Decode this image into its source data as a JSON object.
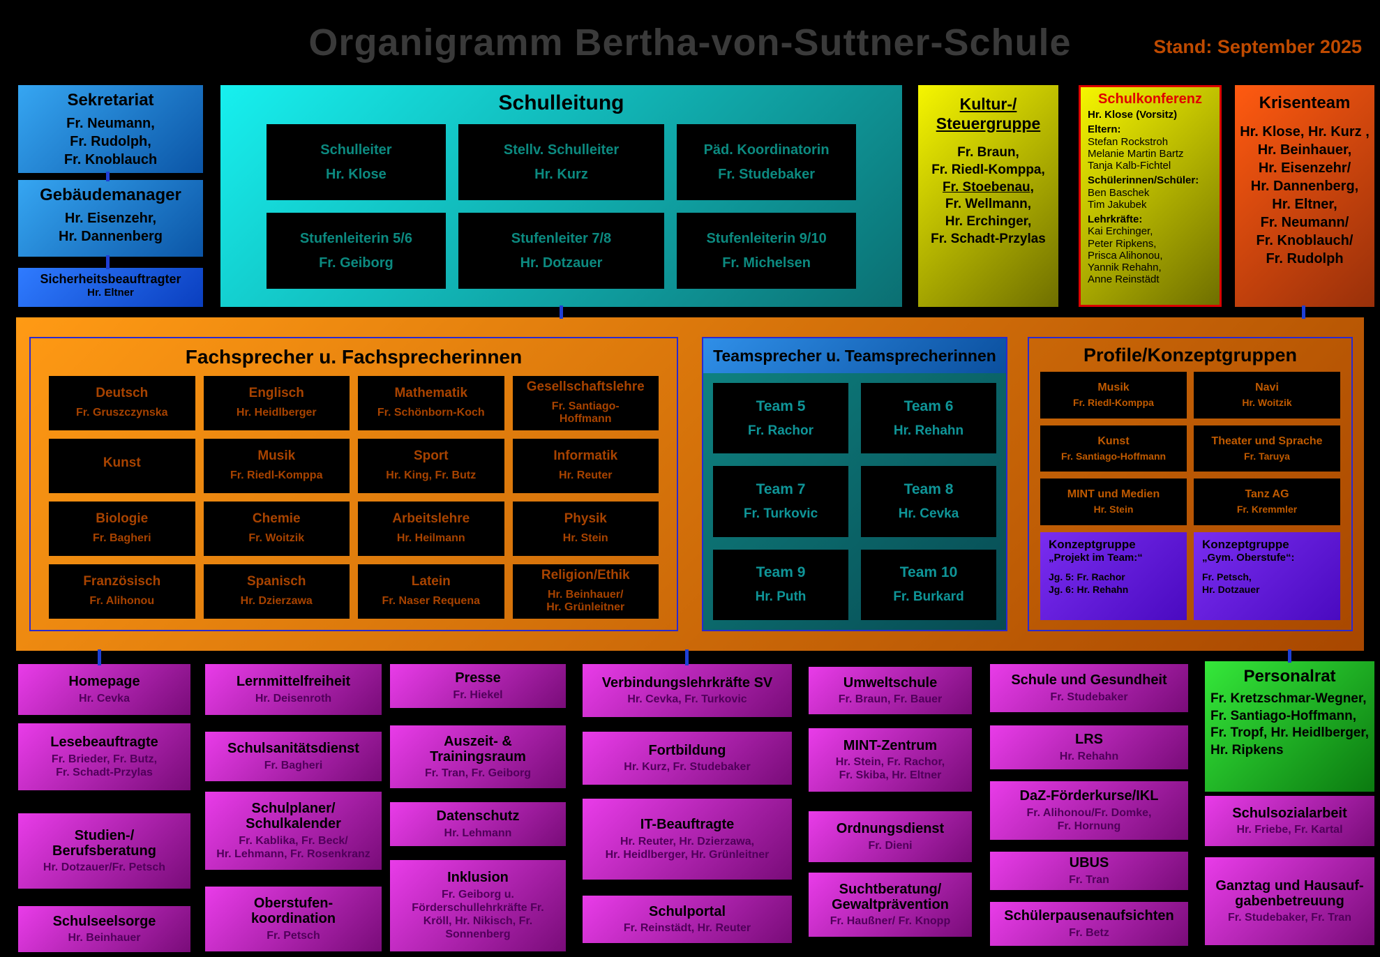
{
  "colors": {
    "background": "#000000",
    "blue": "#1a7ad0",
    "cyan": "#12d8d8",
    "yellow": "#e8e800",
    "orange": "#ff8a00",
    "orange_red": "#ff5a10",
    "magenta": "#c920c9",
    "green": "#22cc2a",
    "purple": "#5c18d8",
    "red_border": "#d90000",
    "blue_border": "#2a2ad0"
  },
  "header": {
    "title": "Organigramm Bertha-von-Suttner-Schule",
    "date": "Stand: September 2025"
  },
  "sekretariat": {
    "title": "Sekretariat",
    "names": "Fr. Neumann,\nFr. Rudolph,\nFr.  Knoblauch"
  },
  "gebaeudemanager": {
    "title": "Gebäudemanager",
    "names": "Hr. Eisenzehr,\nHr. Dannenberg"
  },
  "sicherheitsbeauftragter": {
    "title": "Sicherheitsbeauftragter",
    "names": "Hr. Eltner"
  },
  "schulleitung": {
    "title": "Schulleitung",
    "items": [
      {
        "role": "Schulleiter",
        "name": "Hr. Klose"
      },
      {
        "role": "Stellv. Schulleiter",
        "name": "Hr. Kurz"
      },
      {
        "role": "Päd. Koordinatorin",
        "name": "Fr. Studebaker"
      },
      {
        "role": "Stufenleiterin 5/6",
        "name": "Fr. Geiborg"
      },
      {
        "role": "Stufenleiter 7/8",
        "name": "Hr. Dotzauer"
      },
      {
        "role": "Stufenleiterin 9/10",
        "name": "Fr. Michelsen"
      }
    ]
  },
  "kultur": {
    "title": "Kultur-/\nSteuergruppe",
    "names_before": "Fr. Braun,\nFr. Riedl-Komppa,",
    "underlined_name": "Fr. Stoebenau,",
    "names_after": "Fr. Wellmann,\nHr. Erchinger,\nFr. Schadt-Przylas"
  },
  "schulkonferenz": {
    "title": "Schulkonferenz",
    "chair": "Hr. Klose (Vorsitz)",
    "sections": [
      {
        "label": "Eltern:",
        "names": "Stefan Rockstroh\nMelanie Martin Bartz\nTanja Kalb-Fichtel"
      },
      {
        "label": "Schülerinnen/Schüler:",
        "names": "Ben Baschek\nTim Jakubek"
      },
      {
        "label": "Lehrkräfte:",
        "names": "Kai Erchinger,\nPeter Ripkens,\nPrisca Alihonou,\nYannik Rehahn,\nAnne Reinstädt"
      }
    ]
  },
  "krisenteam": {
    "title": "Krisenteam",
    "names": "Hr. Klose, Hr. Kurz ,\nHr. Beinhauer,\nHr. Eisenzehr/\nHr. Dannenberg,\nHr. Eltner,\nFr. Neumann/\nFr. Knoblauch/\nFr. Rudolph"
  },
  "fachsprecher": {
    "title": "Fachsprecher u. Fachsprecherinnen",
    "items": [
      {
        "title": "Deutsch",
        "names": "Fr. Gruszczynska"
      },
      {
        "title": "Englisch",
        "names": "Hr. Heidlberger"
      },
      {
        "title": "Mathematik",
        "names": "Fr. Schönborn-Koch"
      },
      {
        "title": "Gesellschaftslehre",
        "names": "Fr. Santiago-\nHoffmann"
      },
      {
        "title": "Kunst",
        "names": ""
      },
      {
        "title": "Musik",
        "names": "Fr. Riedl-Komppa"
      },
      {
        "title": "Sport",
        "names": "Hr. King, Fr. Butz"
      },
      {
        "title": "Informatik",
        "names": "Hr. Reuter"
      },
      {
        "title": "Biologie",
        "names": "Fr. Bagheri"
      },
      {
        "title": "Chemie",
        "names": "Fr. Woitzik"
      },
      {
        "title": "Arbeitslehre",
        "names": "Hr. Heilmann"
      },
      {
        "title": "Physik",
        "names": "Hr. Stein"
      },
      {
        "title": "Französisch",
        "names": "Fr. Alihonou"
      },
      {
        "title": "Spanisch",
        "names": "Hr. Dzierzawa"
      },
      {
        "title": "Latein",
        "names": "Fr. Naser Requena"
      },
      {
        "title": "Religion/Ethik",
        "names": "Hr. Beinhauer/\nHr. Grünleitner"
      }
    ]
  },
  "teamsprecher": {
    "title": "Teamsprecher u. Teamsprecherinnen",
    "items": [
      {
        "title": "Team 5",
        "name": "Fr. Rachor"
      },
      {
        "title": "Team 6",
        "name": "Hr. Rehahn"
      },
      {
        "title": "Team 7",
        "name": "Fr. Turkovic"
      },
      {
        "title": "Team 8",
        "name": "Hr. Cevka"
      },
      {
        "title": "Team 9",
        "name": "Hr. Puth"
      },
      {
        "title": "Team 10",
        "name": "Fr. Burkard"
      }
    ]
  },
  "profile": {
    "title": "Profile/Konzeptgruppen",
    "items": [
      {
        "title": "Musik",
        "names": "Fr. Riedl-Komppa"
      },
      {
        "title": "Navi",
        "names": "Hr. Woitzik"
      },
      {
        "title": "Kunst",
        "names": "Fr. Santiago-Hoffmann"
      },
      {
        "title": "Theater und Sprache",
        "names": "Fr. Taruya"
      },
      {
        "title": "MINT und Medien",
        "names": "Hr. Stein"
      },
      {
        "title": "Tanz AG",
        "names": "Fr. Kremmler"
      }
    ],
    "konzeptgruppen": [
      {
        "title": "Konzeptgruppe",
        "subtitle": "„Projekt im Team:“",
        "names": "Jg. 5:  Fr. Rachor\nJg. 6:  Hr. Rehahn"
      },
      {
        "title": "Konzeptgruppe",
        "subtitle": "„Gym. Oberstufe“:",
        "names": "Fr. Petsch,\nHr. Dotzauer"
      }
    ]
  },
  "bottom": {
    "columns": [
      [
        {
          "title": "Homepage",
          "names": "Hr. Cevka"
        },
        {
          "title": "Lesebeauftragte",
          "names": "Fr. Brieder, Fr. Butz,\nFr. Schadt-Przylas"
        },
        {
          "title": "Studien-/\nBerufsberatung",
          "names": "Hr. Dotzauer/Fr. Petsch"
        },
        {
          "title": "Schulseelsorge",
          "names": "Hr. Beinhauer"
        }
      ],
      [
        {
          "title": "Lernmittelfreiheit",
          "names": "Hr. Deisenroth"
        },
        {
          "title": "Schulsanitätsdienst",
          "names": "Fr. Bagheri"
        },
        {
          "title": "Schulplaner/\nSchulkalender",
          "names": "Fr. Kablika, Fr. Beck/\nHr. Lehmann, Fr. Rosenkranz"
        },
        {
          "title": "Oberstufen-\nkoordination",
          "names": "Fr. Petsch"
        }
      ],
      [
        {
          "title": "Presse",
          "names": "Fr. Hiekel"
        },
        {
          "title": "Auszeit- &\nTrainingsraum",
          "names": "Fr. Tran, Fr. Geiborg"
        },
        {
          "title": "Datenschutz",
          "names": "Hr. Lehmann"
        },
        {
          "title": "Inklusion",
          "names": "Fr. Geiborg u.\nFörderschullehrkräfte  Fr.\nKröll, Hr. Nikisch,    Fr.\nSonnenberg"
        }
      ],
      [
        {
          "title": "Verbindungslehrkräfte SV",
          "names": "Hr. Cevka, Fr. Turkovic"
        },
        {
          "title": "Fortbildung",
          "names": "Hr. Kurz, Fr. Studebaker"
        },
        {
          "title": "IT-Beauftragte",
          "names": "Hr. Reuter, Hr. Dzierzawa,\nHr. Heidlberger, Hr. Grünleitner"
        },
        {
          "title": "Schulportal",
          "names": "Fr. Reinstädt, Hr. Reuter"
        }
      ],
      [
        {
          "title": "Umweltschule",
          "names": "Fr. Braun, Fr. Bauer"
        },
        {
          "title": "MINT-Zentrum",
          "names": "Hr. Stein, Fr. Rachor,\nFr. Skiba, Hr. Eltner"
        },
        {
          "title": "Ordnungsdienst",
          "names": "Fr. Dieni"
        },
        {
          "title": "Suchtberatung/\nGewaltprävention",
          "names": "Fr. Haußner/ Fr. Knopp"
        }
      ],
      [
        {
          "title": "Schule und Gesundheit",
          "names": "Fr. Studebaker"
        },
        {
          "title": "LRS",
          "names": "Hr. Rehahn"
        },
        {
          "title": "DaZ-Förderkurse/IKL",
          "names": "Fr. Alihonou/Fr. Domke,\nFr. Hornung"
        },
        {
          "title": "UBUS",
          "names": "Fr. Tran"
        },
        {
          "title": "Schülerpausenaufsichten",
          "names": "Fr. Betz"
        }
      ],
      [
        {
          "title": "Personalrat",
          "names": "Fr. Kretzschmar-Wegner,\nFr. Santiago-Hoffmann,\nFr. Tropf, Hr. Heidlberger,\nHr. Ripkens"
        },
        {
          "title": "Schulsozialarbeit",
          "names": "Hr. Friebe, Fr. Kartal"
        },
        {
          "title": "Ganztag und Hausauf-\ngabenbetreuung",
          "names": "Fr. Studebaker, Fr. Tran"
        }
      ]
    ]
  }
}
